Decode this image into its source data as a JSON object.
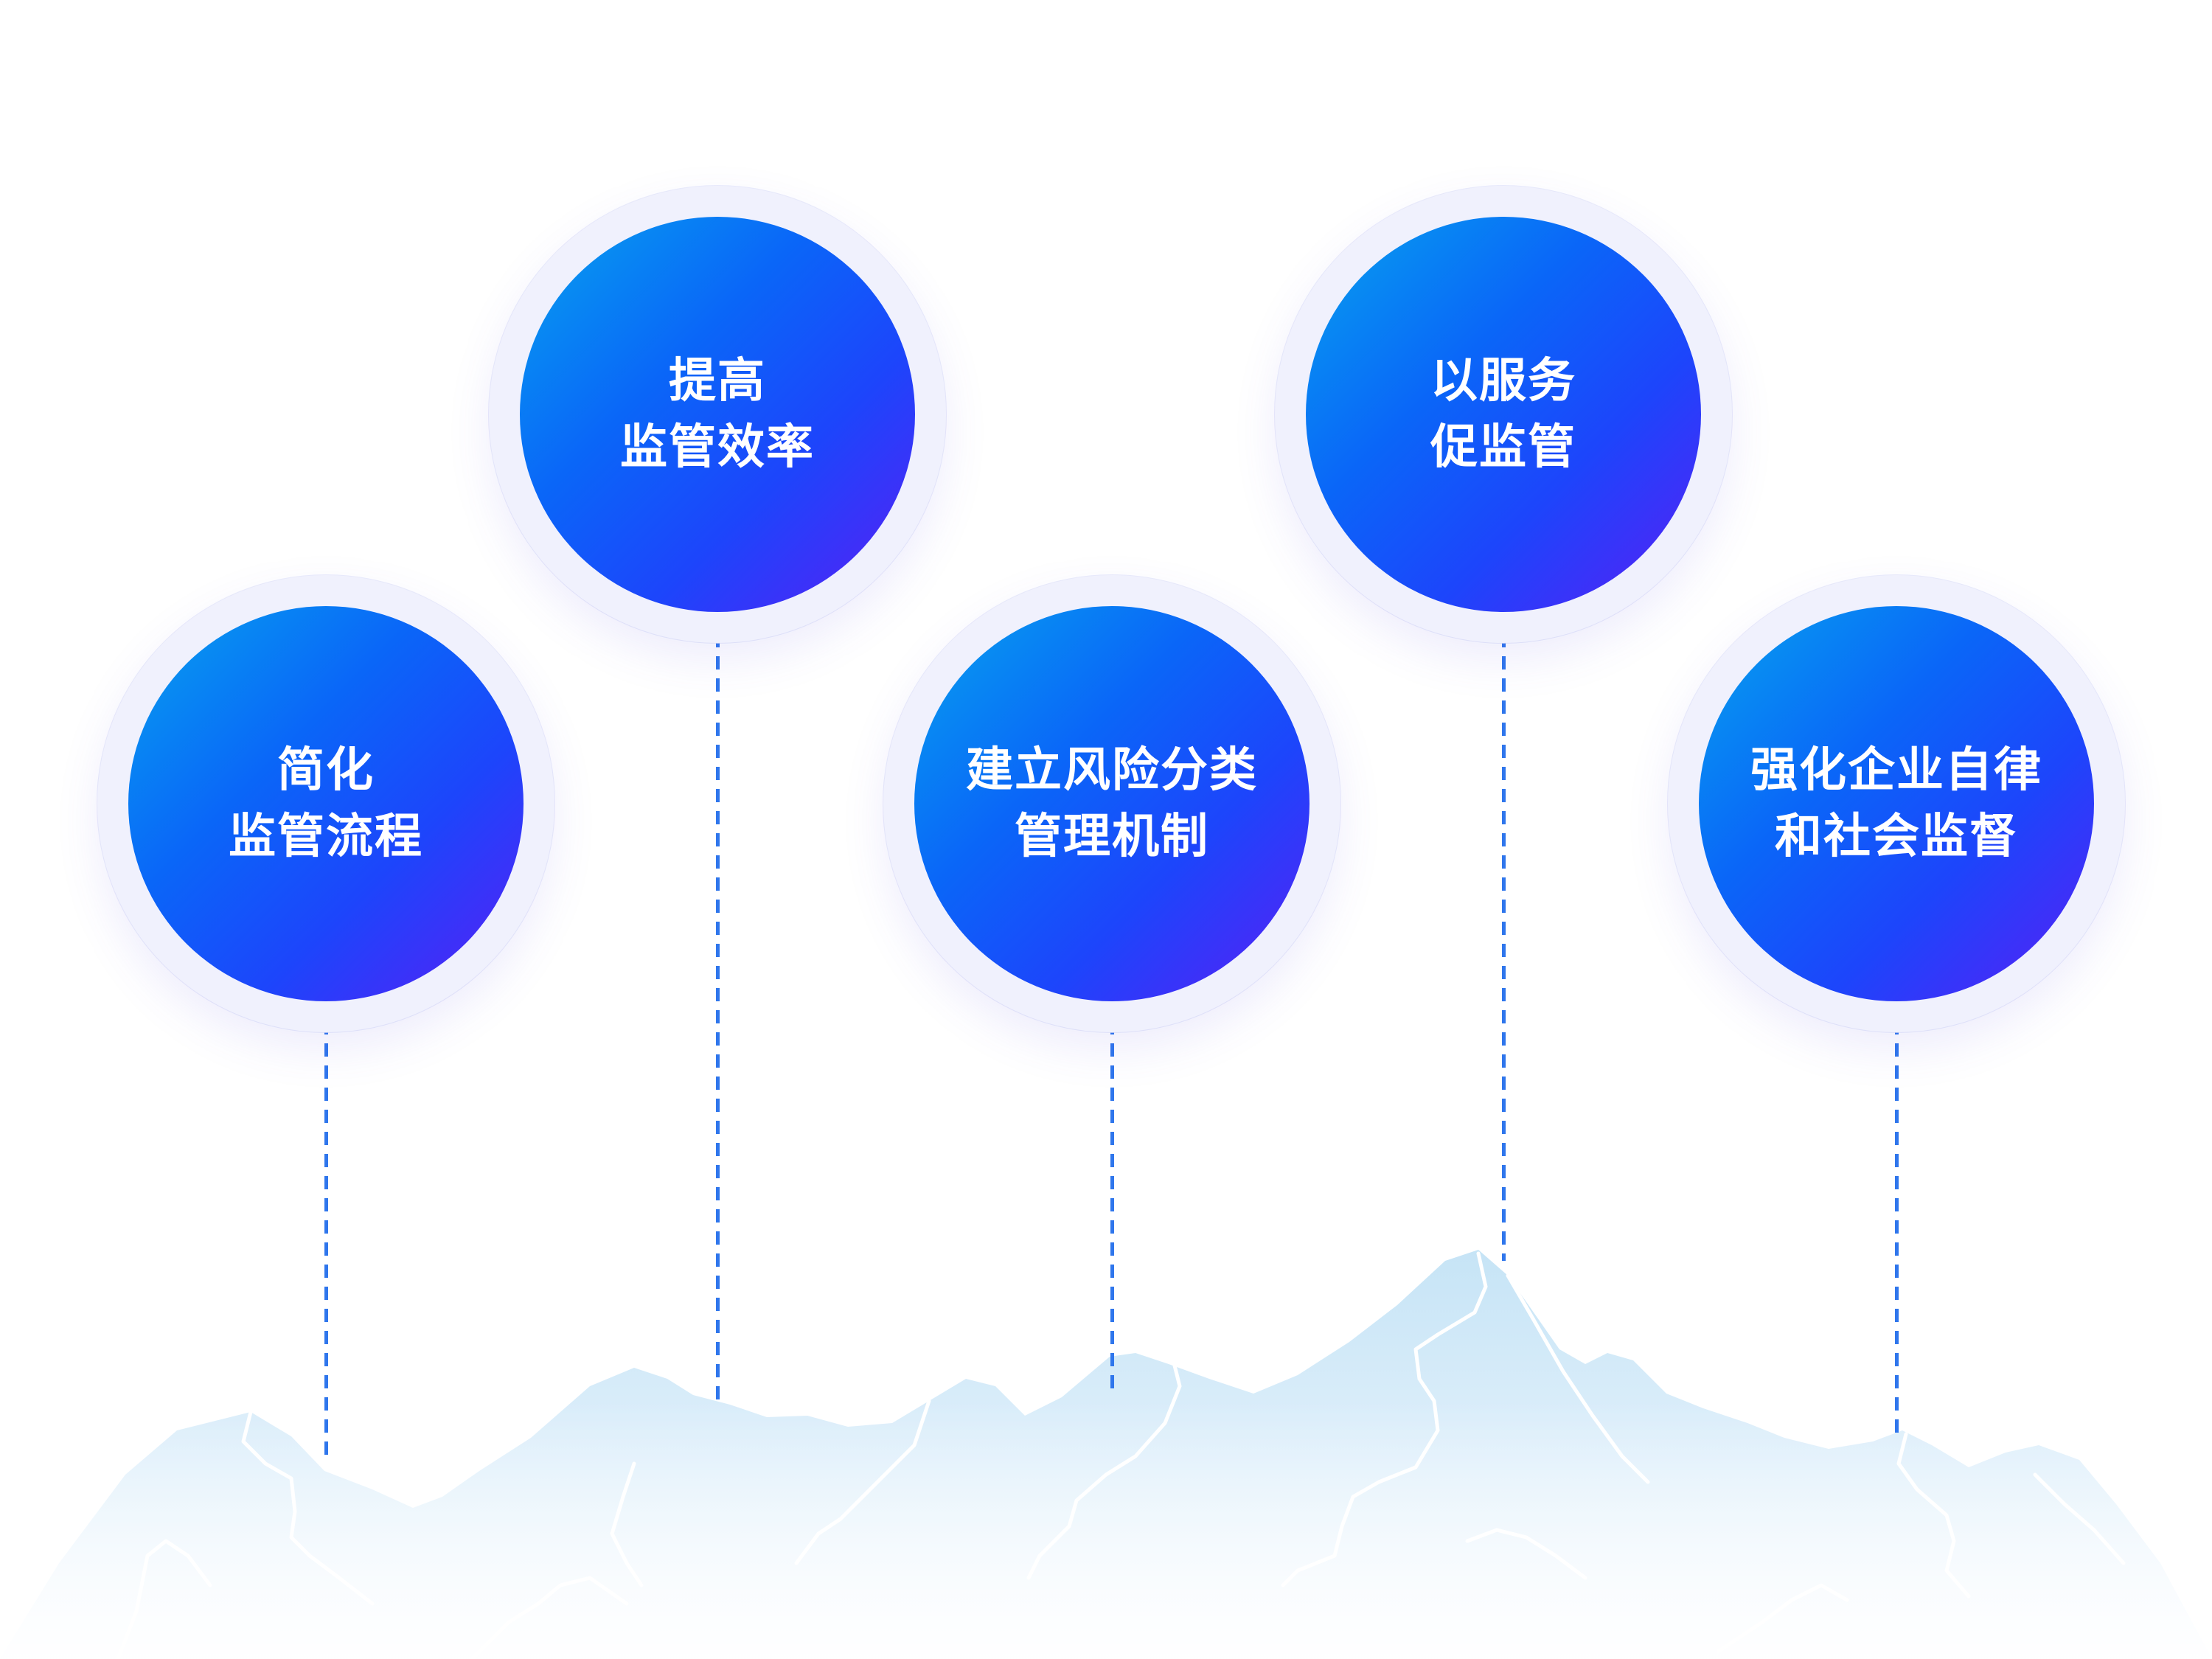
{
  "diagram": {
    "nodes": [
      {
        "id": "simplify",
        "lines": [
          "简化",
          "监管流程"
        ]
      },
      {
        "id": "efficiency",
        "lines": [
          "提高",
          "监管效率"
        ]
      },
      {
        "id": "risk",
        "lines": [
          "建立风险分类",
          "管理机制"
        ]
      },
      {
        "id": "service",
        "lines": [
          "以服务",
          "促监管"
        ]
      },
      {
        "id": "selfdiscipline",
        "lines": [
          "强化企业自律",
          "和社会监督"
        ]
      }
    ],
    "colors": {
      "gradient": [
        "#06a3ee",
        "#0a66f8",
        "#1d45fb",
        "#5a1ef6"
      ],
      "ring": "#f0f1fd",
      "connector": "#2f76ec",
      "mountain": "#d2ebf9",
      "mountain_line": "#ffffff"
    }
  }
}
